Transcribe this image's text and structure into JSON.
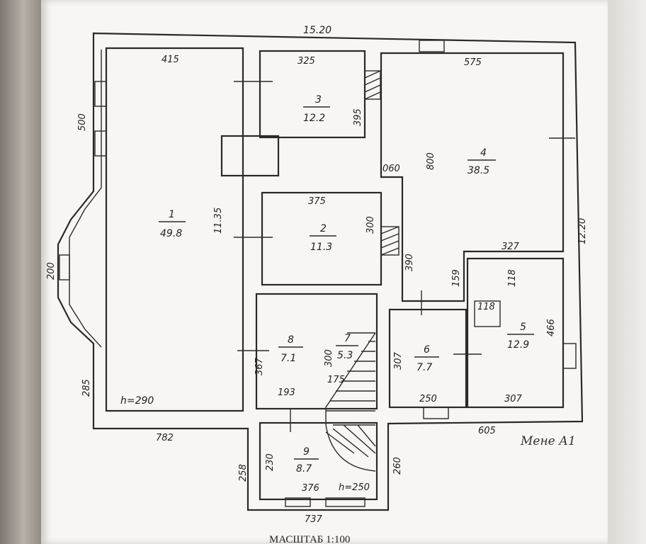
{
  "plan": {
    "outer_dims": {
      "top": "15.20",
      "right": "12.20",
      "left_bottom": "782",
      "right_bottom": "605",
      "stair_bottom": "737",
      "inner_length": "11.35"
    },
    "rooms": [
      {
        "number": "1",
        "area": "49.8"
      },
      {
        "number": "2",
        "area": "11.3"
      },
      {
        "number": "3",
        "area": "12.2"
      },
      {
        "number": "4",
        "area": "38.5"
      },
      {
        "number": "5",
        "area": "12.9"
      },
      {
        "number": "6",
        "area": "7.7"
      },
      {
        "number": "7",
        "area": "5.3"
      },
      {
        "number": "8",
        "area": "7.1"
      },
      {
        "number": "9",
        "area": "8.7"
      }
    ],
    "dimensions": {
      "room1_top": "415",
      "room3_top": "325",
      "room4_top": "575",
      "room3_side": "395",
      "room4_side": "800",
      "room4_mid": "060",
      "room2_top": "375",
      "room2_side": "300",
      "corridor_side": "390",
      "small_159": "159",
      "small_327": "327",
      "small_118a": "118",
      "small_118b": "118",
      "room5_side": "466",
      "room6_side": "307",
      "room6_bottom": "250",
      "room5_bottom": "307",
      "room8_side": "367",
      "room7_side": "300",
      "stair_175": "175",
      "bottom_193": "193",
      "room9_left": "230",
      "room9_outer": "258",
      "room9_right": "260",
      "room9_bottom": "376",
      "bay_top": "500",
      "bay_mid": "200",
      "bay_bottom": "285"
    },
    "heights": {
      "main": "h=290",
      "stair": "h=250"
    },
    "scale_label": "МАСШТАБ 1:100",
    "signature": "Мене А1"
  }
}
